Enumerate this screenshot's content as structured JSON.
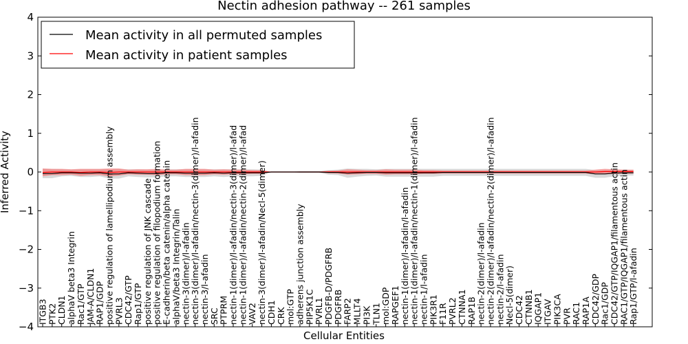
{
  "chart_data": {
    "type": "line",
    "title": "Nectin adhesion pathway -- 261 samples",
    "xlabel": "Cellular Entities",
    "ylabel": "Inferred Activity",
    "ylim": [
      -4,
      4
    ],
    "yticks": [
      "−4",
      "−3",
      "−2",
      "−1",
      "0",
      "1",
      "2",
      "3",
      "4"
    ],
    "legend_position": "top-left",
    "grid": false,
    "categories": [
      "ITGB3",
      "PTK2",
      "CLDN1",
      "alphaV beta3 Integrin",
      "Rac1/GTP",
      "JAM-A/CLDN1",
      "RAP1/GDP",
      "positive regulation of lamellipodium assembly",
      "PVRL3",
      "CDC42/GTP",
      "Rap1/GTP",
      "positive regulation of JNK cascade",
      "positive regulation of filopodium formation",
      "E-cadherin/beta catenin/alpha catenin",
      "alphaV/beta3 Integrin/Talin",
      "nectin-3(dimer)/l-afadin",
      "nectin-3(dimer)/l-afadin/nectin-3(dimer)/l-afadin",
      "nectin-3/l-afadin",
      "SRC",
      "PTPRM",
      "nectin-1(dimer)/l-afadin/nectin-3(dimer)/l-afad",
      "nectin-1(dimer)/l-afadin/nectin-2(dimer)/l-afad",
      "VAV2",
      "nectin-3(dimer)/l-afadin/Necl-5(dimer)",
      "CDH1",
      "CRK",
      "mol:GTP",
      "adherens junction assembly",
      "PIP5K1C",
      "PVRL1",
      "PDGFB-D/PDGFRB",
      "PDGFRB",
      "FARP2",
      "MLLT4",
      "PI3K",
      "TLN1",
      "mol:GDP",
      "RAPGEF1",
      "nectin-1(dimer)/l-afadin/l-afadin",
      "nectin-1(dimer)/l-afadin/nectin-1(dimer)/l-afadin",
      "nectin-1/l-afadin",
      "PIK3R1",
      "F11R",
      "PVRL2",
      "CTNNA1",
      "RAP1B",
      "nectin-2(dimer)/l-afadin",
      "nectin-2(dimer)/l-afadin/nectin-2(dimer)/l-afadin",
      "nectin-2/l-afadin",
      "Necl-5(dimer)",
      "CDC42",
      "CTNNB1",
      "IQGAP1",
      "ITGAV",
      "PIK3CA",
      "PVR",
      "RAC1",
      "RAP1A",
      "CDC42/GDP",
      "Rac1/GDP",
      "CDC42/GTP/IQGAP1/filamentous actin",
      "RAC1/GTP/IQGAP1/filamentous actin",
      "Rap1/GTP/l-afadin"
    ],
    "series": [
      {
        "name": "Mean activity in all permuted samples",
        "color": "#000000",
        "values": [
          -0.04,
          -0.04,
          -0.02,
          -0.02,
          -0.03,
          -0.03,
          -0.02,
          -0.05,
          -0.05,
          -0.02,
          -0.03,
          -0.04,
          -0.04,
          -0.02,
          -0.02,
          -0.03,
          -0.03,
          -0.03,
          -0.02,
          -0.03,
          -0.02,
          -0.02,
          -0.02,
          -0.02,
          0.0,
          0.0,
          0.0,
          0.0,
          0.0,
          0.0,
          -0.01,
          -0.01,
          -0.03,
          -0.02,
          -0.01,
          -0.01,
          -0.02,
          -0.02,
          -0.02,
          -0.02,
          -0.02,
          -0.02,
          -0.01,
          -0.01,
          -0.01,
          -0.01,
          -0.01,
          -0.01,
          -0.01,
          -0.01,
          -0.01,
          -0.01,
          -0.01,
          -0.01,
          -0.01,
          -0.01,
          -0.01,
          -0.01,
          -0.05,
          -0.05,
          -0.03,
          -0.02,
          -0.02
        ],
        "band": [
          0.12,
          0.12,
          0.09,
          0.08,
          0.1,
          0.1,
          0.09,
          0.12,
          0.12,
          0.09,
          0.1,
          0.1,
          0.1,
          0.09,
          0.09,
          0.1,
          0.1,
          0.1,
          0.09,
          0.1,
          0.09,
          0.09,
          0.09,
          0.08,
          0.0,
          0.0,
          0.0,
          0.02,
          0.02,
          0.02,
          0.06,
          0.07,
          0.12,
          0.1,
          0.09,
          0.08,
          0.1,
          0.1,
          0.1,
          0.1,
          0.1,
          0.1,
          0.09,
          0.09,
          0.09,
          0.09,
          0.09,
          0.09,
          0.09,
          0.09,
          0.09,
          0.09,
          0.09,
          0.09,
          0.09,
          0.09,
          0.09,
          0.09,
          0.1,
          0.1,
          0.08,
          0.07,
          0.07
        ],
        "band_color": "#d0d0d0"
      },
      {
        "name": "Mean activity in patient samples",
        "color": "#ff0000",
        "values": [
          -0.01,
          0.0,
          0.0,
          0.0,
          -0.01,
          0.0,
          0.0,
          -0.01,
          0.0,
          0.0,
          0.0,
          0.0,
          0.0,
          0.0,
          0.0,
          0.0,
          0.0,
          0.0,
          0.0,
          0.0,
          0.0,
          0.0,
          0.0,
          0.0,
          0.0,
          0.0,
          0.0,
          0.0,
          0.0,
          0.0,
          0.0,
          0.0,
          0.0,
          0.0,
          0.0,
          0.0,
          0.0,
          0.0,
          0.0,
          0.0,
          0.0,
          0.0,
          0.0,
          0.0,
          0.0,
          0.0,
          0.0,
          0.0,
          0.0,
          0.0,
          0.0,
          0.0,
          0.0,
          0.0,
          0.0,
          0.0,
          0.0,
          0.0,
          0.0,
          0.01,
          0.01,
          0.01,
          0.01
        ],
        "band": [
          0.1,
          0.08,
          0.08,
          0.07,
          0.09,
          0.08,
          0.08,
          0.1,
          0.09,
          0.06,
          0.07,
          0.07,
          0.08,
          0.06,
          0.06,
          0.08,
          0.08,
          0.08,
          0.06,
          0.07,
          0.06,
          0.06,
          0.05,
          0.05,
          0.0,
          0.0,
          0.0,
          0.01,
          0.01,
          0.01,
          0.03,
          0.04,
          0.07,
          0.06,
          0.05,
          0.05,
          0.07,
          0.06,
          0.06,
          0.06,
          0.05,
          0.05,
          0.04,
          0.04,
          0.04,
          0.04,
          0.04,
          0.04,
          0.04,
          0.04,
          0.04,
          0.04,
          0.04,
          0.04,
          0.04,
          0.04,
          0.04,
          0.04,
          0.06,
          0.07,
          0.06,
          0.05,
          0.05
        ],
        "band_color": "#f28080"
      }
    ]
  }
}
